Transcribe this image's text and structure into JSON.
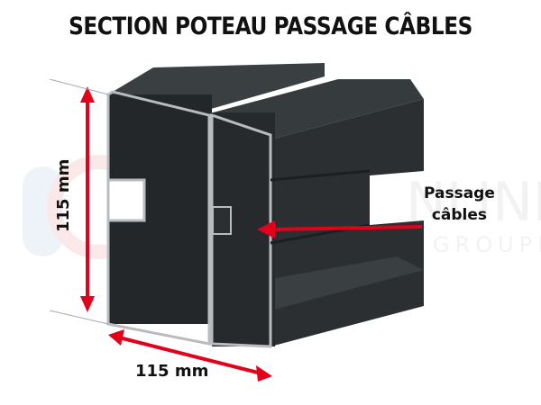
{
  "title": "SECTION POTEAU PASSAGE CÂBLES",
  "dimensions": {
    "width_label": "115 mm",
    "height_label": "115 mm"
  },
  "callout": {
    "line1": "Passage",
    "line2": "câbles"
  },
  "watermark": {
    "brand": "ONLINE",
    "sub": "GROUPE",
    "mark": "®"
  },
  "colors": {
    "profile": "#2b2f31",
    "profile_edge": "#b9bcbf",
    "arrow": "#e3001b",
    "text": "#111111"
  }
}
